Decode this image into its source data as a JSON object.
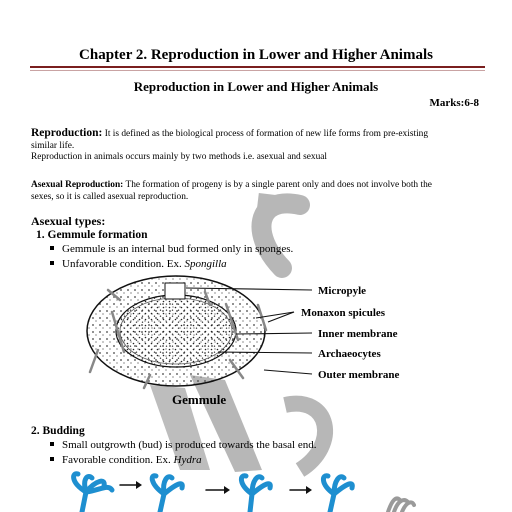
{
  "chapter_title": "Chapter 2. Reproduction in Lower and Higher Animals",
  "subtitle": "Reproduction in Lower and Higher Animals",
  "marks": "Marks:6-8",
  "reproduction": {
    "term": "Reproduction:",
    "definition_line1": "It is defined as the biological process of formation of new life forms from pre-existing",
    "definition_line2": "similar life.",
    "methods": "Reproduction in animals occurs mainly by two methods i.e. asexual and sexual"
  },
  "asexual": {
    "term": "Asexual Reproduction:",
    "definition_line1": "The formation of progeny is by a single parent only and does not involve both the",
    "definition_line2": "sexes, so it is called asexual reproduction."
  },
  "asexual_types_heading": "Asexual types:",
  "gemmule": {
    "heading": "1. Gemmule formation",
    "bullet1": "Gemmule is an internal bud formed only in sponges.",
    "bullet2_prefix": "Unfavorable condition. Ex. ",
    "bullet2_example": "Spongilla",
    "diagram_caption": "Gemmule",
    "labels": [
      "Micropyle",
      "Monaxon spicules",
      "Inner membrane",
      "Archaeocytes",
      "Outer membrane"
    ]
  },
  "budding": {
    "heading": "2. Budding",
    "bullet1": "Small outgrowth (bud) is produced towards the basal end.",
    "bullet2_prefix": "Favorable condition. Ex. ",
    "bullet2_example": "Hydra"
  },
  "colors": {
    "rule": "#7a1f1f",
    "hydra": "#1e8fd0",
    "watermark": "#9a9a9a"
  }
}
